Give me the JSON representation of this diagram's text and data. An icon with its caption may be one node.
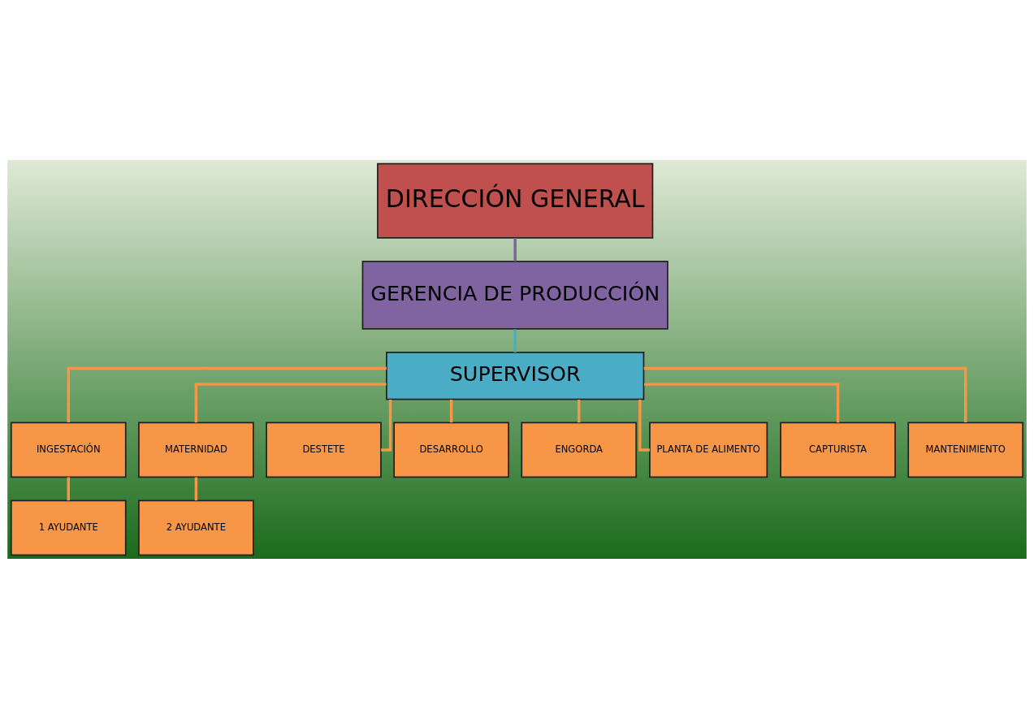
{
  "diagram": {
    "nodes": [
      {
        "text": [
          "DIRECCIÓN GENERAL"
        ]
      },
      {
        "text": [
          "GERENCIA DE PRODUCCIÓN"
        ]
      },
      {
        "text": [
          "SUPERVISOR"
        ]
      },
      {
        "text": [
          "INGESTACIÓN"
        ]
      },
      {
        "text": [
          "MATERNIDAD"
        ]
      },
      {
        "text": [
          "DESTETE"
        ]
      },
      {
        "text": [
          "DESARROLLO"
        ]
      },
      {
        "text": [
          "ENGORDA"
        ]
      },
      {
        "text": [
          "PLANTA DE ALIMENTO"
        ]
      },
      {
        "text": [
          "CAPTURISTA"
        ]
      },
      {
        "text": [
          "MANTENIMIENTO"
        ]
      },
      {
        "text": [
          "1 AYUDANTE"
        ]
      },
      {
        "text": [
          "2 AYUDANTE"
        ]
      }
    ],
    "edges": [
      {
        "from": 0,
        "to": 1,
        "arrow": "none",
        "color": "#8064a2"
      },
      {
        "from": 1,
        "to": 2,
        "arrow": "none",
        "color": "#4bacc6"
      },
      {
        "from": 2,
        "to": 3,
        "arrow": "none"
      },
      {
        "from": 2,
        "to": 4,
        "arrow": "none"
      },
      {
        "from": 2,
        "to": 5,
        "arrow": "none"
      },
      {
        "from": 2,
        "to": 6,
        "arrow": "none"
      },
      {
        "from": 2,
        "to": 7,
        "arrow": "none"
      },
      {
        "from": 2,
        "to": 8,
        "arrow": "none"
      },
      {
        "from": 2,
        "to": 9,
        "arrow": "none"
      },
      {
        "from": 2,
        "to": 10,
        "arrow": "none"
      },
      {
        "from": 3,
        "to": 11,
        "arrow": "none"
      },
      {
        "from": 4,
        "to": 12,
        "arrow": "none"
      }
    ]
  }
}
